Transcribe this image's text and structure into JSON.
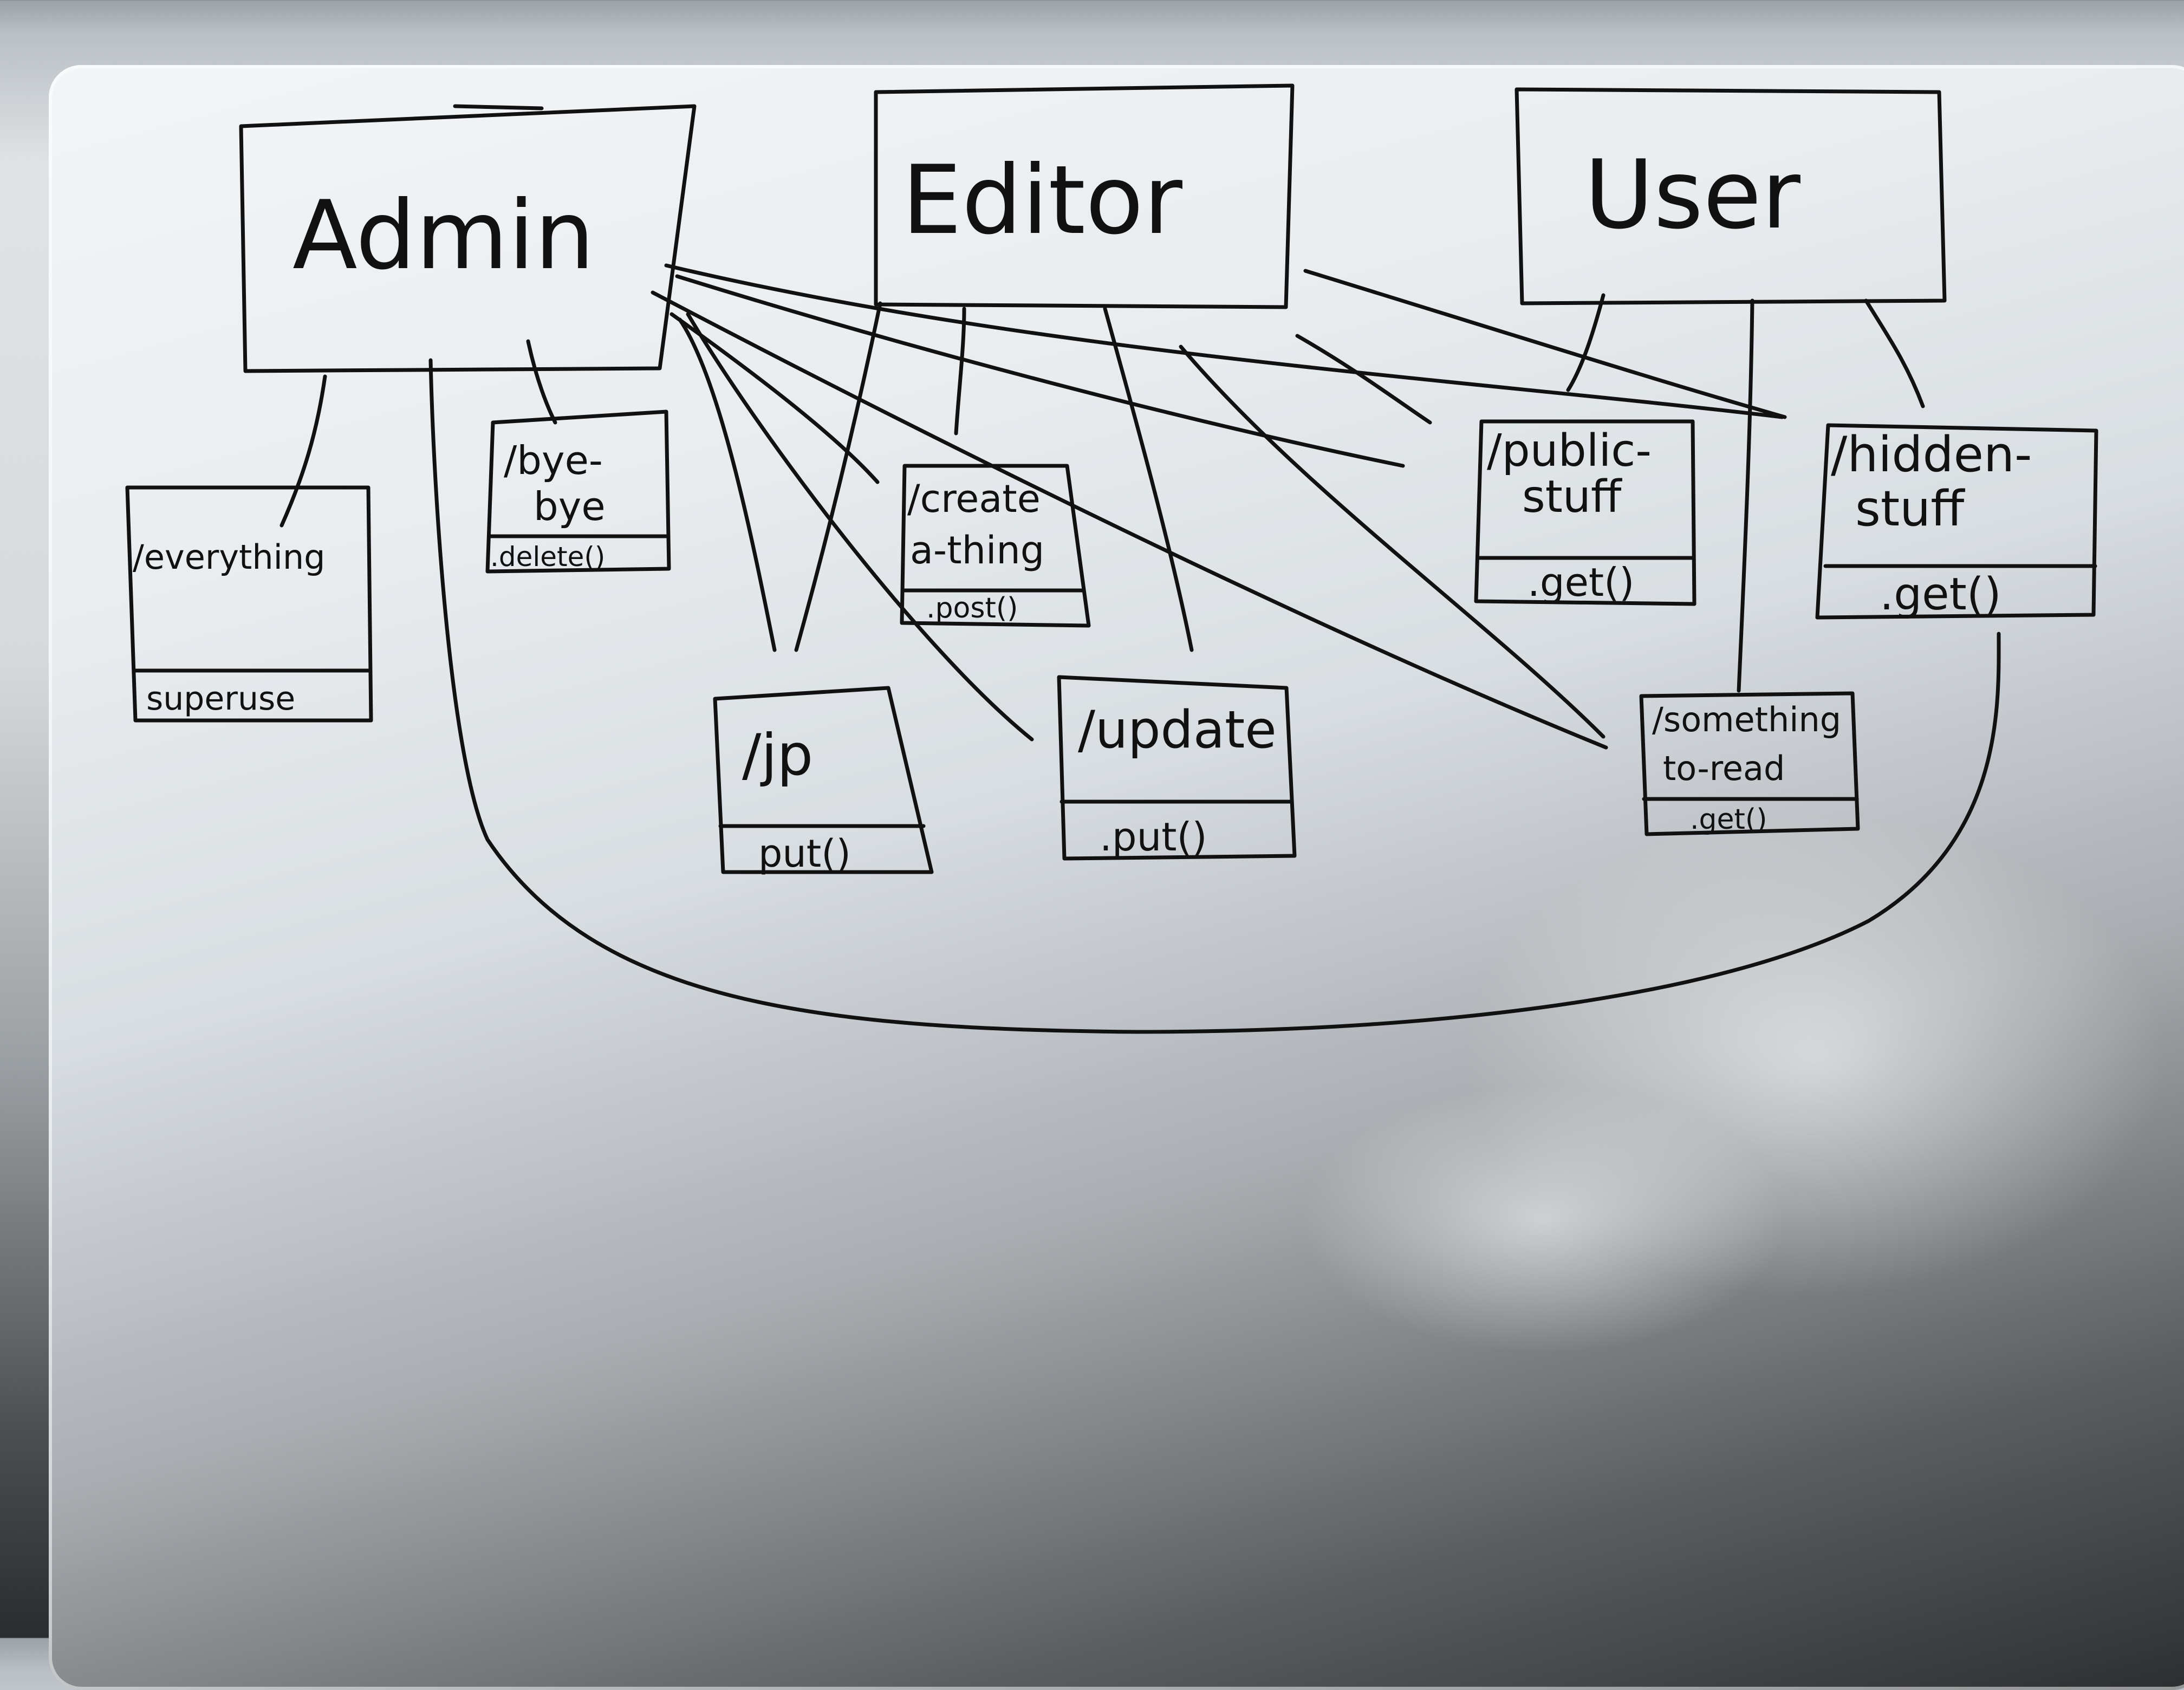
{
  "roles": {
    "admin": "Admin",
    "editor": "Editor",
    "user": "User"
  },
  "endpoints": {
    "everything": {
      "path": "/everything",
      "method": "superuse"
    },
    "bye_bye": {
      "path_line1": "/bye-",
      "path_line2": "bye",
      "method": ".delete()"
    },
    "create_a_thing": {
      "path_line1": "/create",
      "path_line2": "a-thing",
      "method": ".post()"
    },
    "jp": {
      "path": "/jp",
      "method": "put()"
    },
    "update": {
      "path": "/update",
      "method": ".put()"
    },
    "public_stuff": {
      "path_line1": "/public-",
      "path_line2": "stuff",
      "method": ".get()"
    },
    "hidden_stuff": {
      "path_line1": "/hidden-",
      "path_line2": "stuff",
      "method": ".get()"
    },
    "something_to_read": {
      "path_line1": "/something",
      "path_line2": "to-read",
      "method": ".get()"
    }
  }
}
